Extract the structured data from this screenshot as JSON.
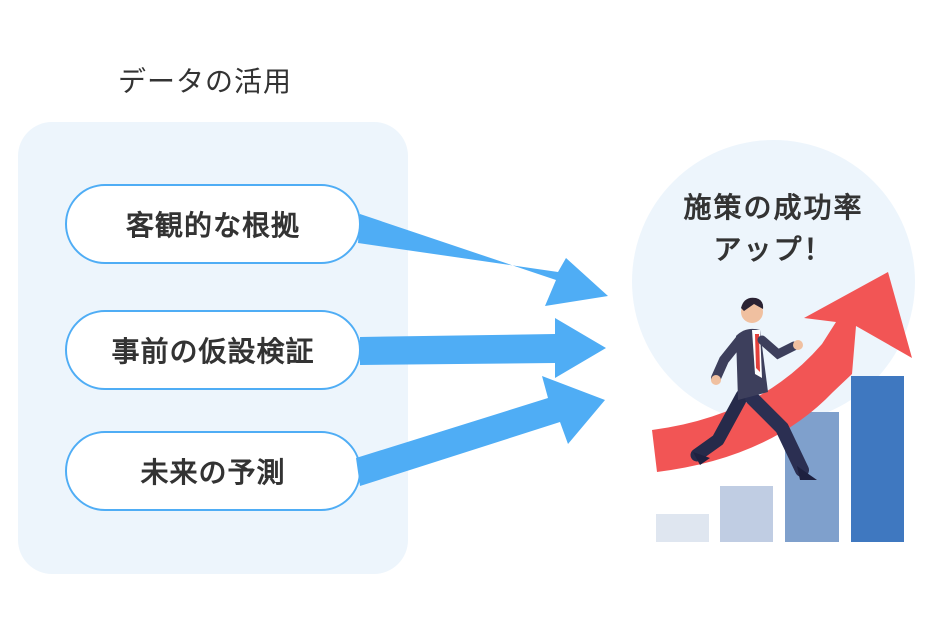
{
  "diagram": {
    "section_title": "データの活用",
    "items": [
      {
        "label": "客観的な根拠"
      },
      {
        "label": "事前の仮設検証"
      },
      {
        "label": "未来の予測"
      }
    ],
    "result_lines": [
      "施策の成功率",
      "アップ！"
    ],
    "colors": {
      "arrow": "#4fadf5",
      "panel": "#edf5fc",
      "pill_border": "#4fadf5",
      "growth_arrow": "#f25555",
      "bars": [
        "#dfe6f0",
        "#c0cde3",
        "#7fa0cc",
        "#3f78c0"
      ]
    }
  }
}
